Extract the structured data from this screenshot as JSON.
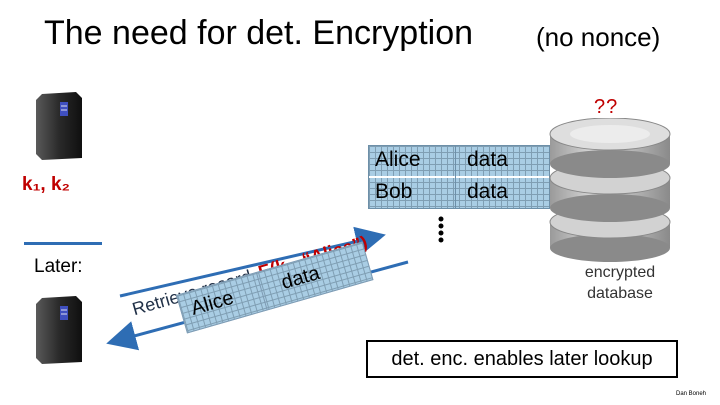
{
  "title": "The need for det. Encryption",
  "subtitle": "(no nonce)",
  "keys": "k₁, k₂",
  "later": "Later:",
  "question": "??",
  "table": {
    "rows": [
      {
        "name": "Alice",
        "value": "data"
      },
      {
        "name": "Bob",
        "value": "data"
      }
    ]
  },
  "query_text": "E(k₁, “Alice”)",
  "retrieve_text": "Retrieve record",
  "returned": {
    "name": "Alice",
    "value": "data"
  },
  "db_label": "encrypted database",
  "note": "det. enc. enables later lookup",
  "credit": "Dan Boneh",
  "colors": {
    "accent_red": "#c00000",
    "arrow_blue": "#2e6db4",
    "grid_fill": "#a9cde4"
  }
}
